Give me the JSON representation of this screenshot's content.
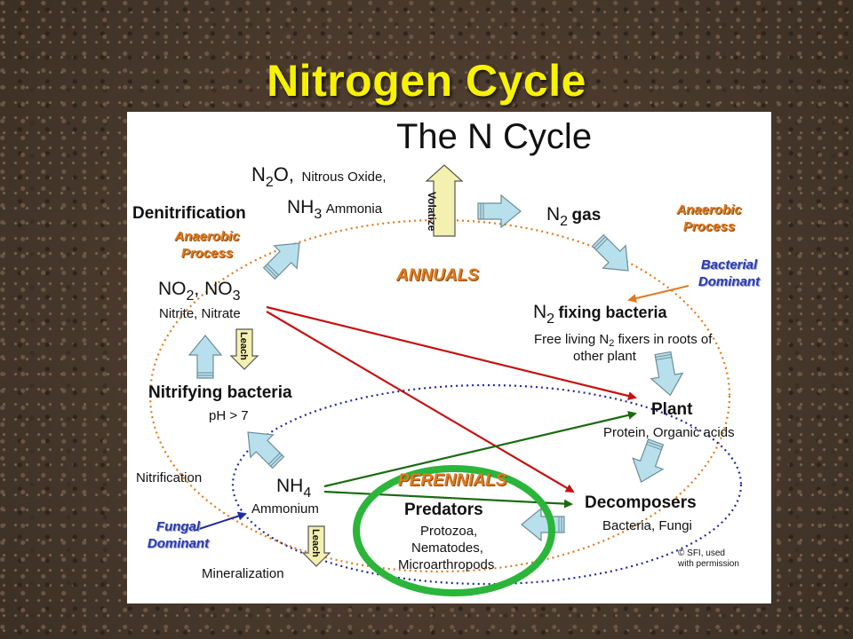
{
  "slide": {
    "title": "Nitrogen Cycle"
  },
  "diagram": {
    "heading": "The N Cycle",
    "n2o": {
      "symbol_main": "N",
      "symbol_sub": "2",
      "symbol_tail": "O,",
      "name": "Nitrous Oxide,"
    },
    "nh3": {
      "symbol_main": "NH",
      "symbol_sub": "3",
      "name": "Ammonia"
    },
    "volatilize": "Volatize",
    "n2gas": {
      "symbol_main": "N",
      "symbol_sub": "2",
      "name": "gas"
    },
    "denitrification": "Denitrification",
    "anaerobic_left": "Anaerobic Process",
    "anaerobic_right": "Anaerobic Process",
    "bacterial_dominant": "Bacterial Dominant",
    "annuals": "ANNUALS",
    "no_species": {
      "a_main": "NO",
      "a_sub": "2",
      "b_main": ", NO",
      "b_sub": "3"
    },
    "nitrite_nitrate": "Nitrite, Nitrate",
    "n_fixing": {
      "symbol_main": "N",
      "symbol_sub": "2",
      "name": "fixing bacteria"
    },
    "free_living": "Free living N",
    "free_living_sub": "2",
    "free_living_tail": " fixers in roots of",
    "other_plant": "other plant",
    "leach_upper": "Leach",
    "leach_lower": "Leach",
    "nitrifying_bacteria": "Nitrifying bacteria",
    "ph": "pH > 7",
    "plant": "Plant",
    "plant_detail": "Protein, Organic acids",
    "nitrification": "Nitrification",
    "perennials": "PERENNIALS",
    "nh4": {
      "symbol_main": "NH",
      "symbol_sub": "4",
      "name": "Ammonium"
    },
    "predators": "Predators",
    "predator_list": [
      "Protozoa,",
      "Nematodes,",
      "Microarthropods"
    ],
    "decomposers": "Decomposers",
    "decomposer_detail": "Bacteria, Fungi",
    "fungal_dominant": "Fungal Dominant",
    "mineralization": "Mineralization",
    "credit_line1": "© SFI, used",
    "credit_line2": "with permission"
  },
  "colors": {
    "title": "#f7f200",
    "orange_ring": "#e07a1e",
    "blue_ring": "#1f2a9e",
    "red_arrow": "#c41212",
    "green_arrow": "#1a6a10",
    "highlight_circle": "#2bb53a",
    "block_arrow": "#b8e0ec"
  }
}
